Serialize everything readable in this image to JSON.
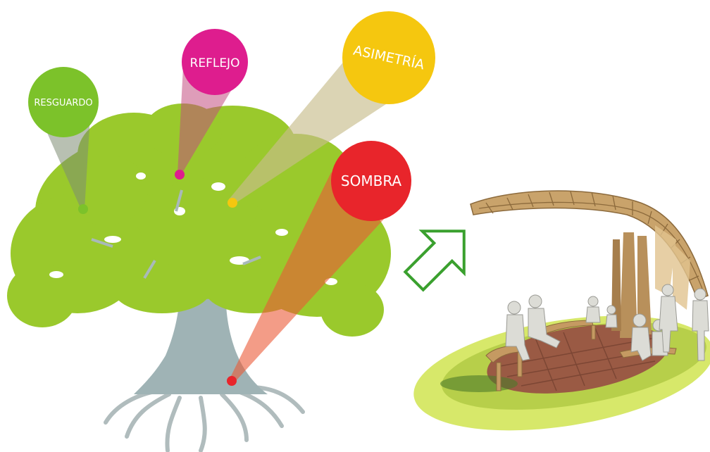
{
  "concepts": [
    {
      "label": "RESGUARDO",
      "color": "#7cc22a"
    },
    {
      "label": "REFLEJO",
      "color": "#de1d8e"
    },
    {
      "label": "ASIMETRÍA",
      "color": "#f5c70f"
    },
    {
      "label": "SOMBRA",
      "color": "#e8252b"
    }
  ],
  "colors": {
    "foliage": "#9ac92c",
    "trunk": "#9fb3b5",
    "arrow_outline": "#3aa02e",
    "wood": "#c9a36b",
    "lawn": "#d7e86a",
    "paving": "#9a5a44",
    "figures": "#dcdcd6"
  },
  "icons": {
    "arrow": "arrow-right-icon"
  }
}
